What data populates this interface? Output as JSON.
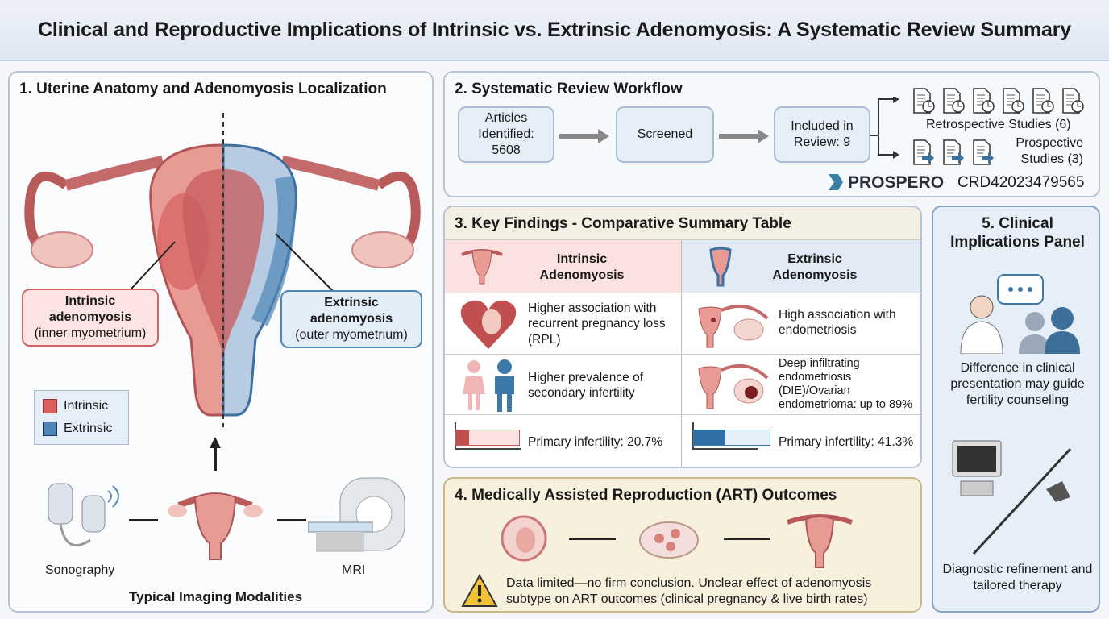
{
  "title": "Clinical and Reproductive Implications of Intrinsic vs. Extrinsic Adenomyosis: A Systematic Review Summary",
  "panel1": {
    "title": "1. Uterine Anatomy and Adenomyosis Localization",
    "intrinsic_label": "Intrinsic adenomyosis",
    "intrinsic_sub": "(inner myometrium)",
    "extrinsic_label": "Extrinsic adenomyosis",
    "extrinsic_sub": "(outer myometrium)",
    "legend": [
      {
        "label": "Intrinsic",
        "color": "#d9605f"
      },
      {
        "label": "Extrinsic",
        "color": "#4f86b5"
      }
    ],
    "sonography": "Sonography",
    "mri": "MRI",
    "imaging_title": "Typical Imaging Modalities"
  },
  "panel2": {
    "title": "2. Systematic Review Workflow",
    "identified": "Articles Identified: 5608",
    "screened": "Screened",
    "included": "Included in Review: 9",
    "retrospective": "Retrospective Studies (6)",
    "prospective": "Prospective Studies (3)",
    "retrospective_count": 6,
    "prospective_count": 3,
    "prospero": "PROSPERO",
    "registration": "CRD42023479565"
  },
  "panel3": {
    "title": "3. Key Findings - Comparative Summary Table",
    "intrinsic": {
      "header": "Intrinsic Adenomyosis",
      "row1": "Higher association with recurrent pregnancy loss (RPL)",
      "row2": "Higher prevalence of secondary infertility",
      "row3": "Primary infertility: 20.7%",
      "primary_infertility_pct": 20.7
    },
    "extrinsic": {
      "header": "Extrinsic Adenomyosis",
      "row1": "High association with endometriosis",
      "row2": "Deep infiltrating endometriosis (DIE)/Ovarian endometrioma: up to 89%",
      "row3": "Primary infertility: 41.3%",
      "primary_infertility_pct": 41.3
    }
  },
  "panel4": {
    "title": "4. Medically Assisted Reproduction (ART) Outcomes",
    "note": "Data limited—no firm conclusion. Unclear effect of adenomyosis subtype on ART outcomes (clinical pregnancy & live birth rates)"
  },
  "panel5": {
    "title": "5. Clinical Implications Panel",
    "text1": "Difference in clinical presentation may guide fertility counseling",
    "text2": "Diagnostic refinement and tailored therapy"
  },
  "colors": {
    "intrinsic": "#d9605f",
    "extrinsic": "#4f86b5",
    "accent_beige": "#f6f0dc"
  }
}
